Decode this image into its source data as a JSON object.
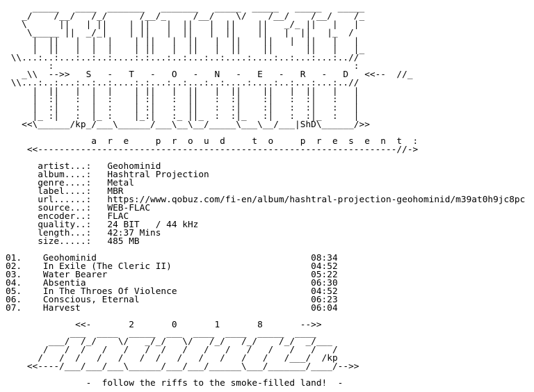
{
  "document": {
    "text_color": "#000000",
    "background_color": "#ffffff",
    "lines": [
      "     _____   ____  _______   _______   _____  _____   _____   _____",
      "   _/    /__/   /_/      /__/_     /__/    \\/    /__/    /__/    /_",
      "   \\      ||   | ||    | ||   |  ||   |  ||    ||   _/_ ||   |   |",
      "    \\_____ ||  _/_|    | ||   |  ||   |  ||    ||   |  ||   |_  /",
      "     |  ||   |  |  |    | ||   |  ||   |  ||    ||   |  ||   |   |",
      "     |  ||   |  |  |    | ||   |  ||   |  ||    ||      ||   |   |_",
      " \\\\...:..:...:..:..:....:.:...:..:...:..:....:....:..:...:...:..//",
      "        :                                                        :",
      "   _\\\\  -->>   S   -   T   -   O   -   N   -   E   -   R   -   D   <<--  //_",
      " \\\\...:..:...:..:..:....:.:...:..:...:..:....:....:..:...:...:..//",
      "     |  ||   |  |  |    | ||   |  ||   |  ||    ||   |  ||   |   |",
      "     |  :|   :  |  :    | :|   :  ||   :  :|    :|   :  :|   :   |",
      "     |  :|   :  |  :    | :|   :  ||   :  :|    :|   :  :|   :   |",
      "     |_ :|   :  |_ :    |_:|   :_ ||_  :  :|_   :|   :  :|_  :   |",
      "   <<\\______/kp_/___\\______/___\\__\\__/_____\\___\\__/___|ShD\\______/>>",
      "",
      "                a  r  e     p  r  o  u  d     t  o     p  r  e  s  e  n  t  :",
      "    <<-------------------------------------------------------------------//->",
      "",
      "      artist...:   Geohominid",
      "      album....:   Hashtral Projection",
      "      genre....:   Metal",
      "      label....:   MBR",
      "      url......:   https://www.qobuz.com/fi-en/album/hashtral-projection-geohominid/m39at0h9jc8pc",
      "      source...:   WEB-FLAC",
      "      encoder..:   FLAC",
      "      quality..:   24 BIT   / 44 kHz",
      "      length...:   42:37 Mins",
      "      size.....:   485 MB",
      "",
      "01.    Geohominid                                        08:34",
      "02.    In Exile (The Cleric II)                          04:52",
      "03.    Water Bearer                                      05:22",
      "04.    Absentia                                          06:30",
      "05.    In The Throes Of Violence                         04:52",
      "06.    Conscious, Eternal                                06:23",
      "07.    Harvest                                           06:04",
      "",
      "             <<-       2       0       1       8       -->>",
      "            ___  ____  _____  ___  ____  ____  _____  ____",
      "        ___/  /_/    \\/   _/_/   \\/   /_/   /_/    /_/  _/___",
      "       /   /  /   /   /   /  /   /   /   /   /   /   /   /   /",
      "      /   /  /   /   /   /  /   /   /   /   /   /   /___/  /kp",
      "    <<----/___/___/___\\______/___/___/______\\___/_______/____/-->>",
      "",
      "               -  follow the riffs to the smoke-filled land!  -"
    ]
  }
}
